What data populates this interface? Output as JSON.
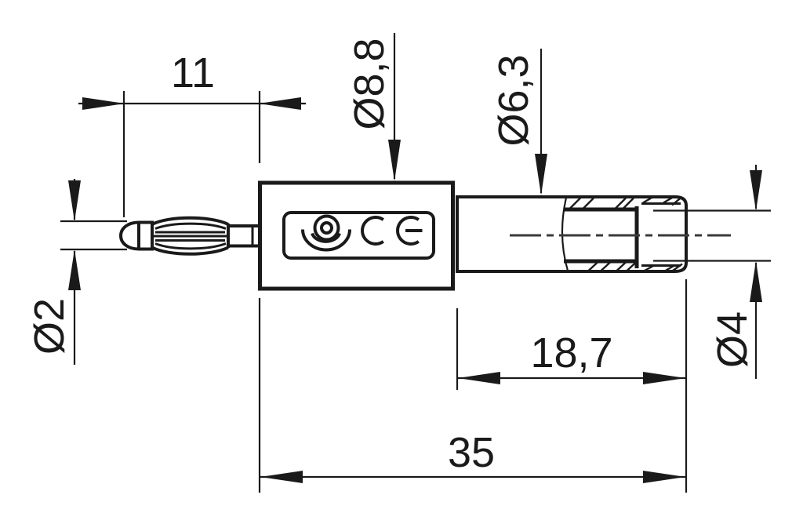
{
  "drawing": {
    "title": "banana-plug-adapter-technical-drawing",
    "colors": {
      "background": "#ffffff",
      "line": "#1a1a1a",
      "centerline": "#3a3a3a"
    },
    "labels": {
      "pin_length": "11",
      "body_diameter": "Ø8,8",
      "sleeve_diameter": "Ø6,3",
      "pin_diameter": "Ø2",
      "socket_bore_diameter": "Ø4",
      "socket_depth": "18,7",
      "overall_length": "35"
    },
    "icons": {
      "brand_logo": "brand-logo-icon",
      "ce_mark": "ce-mark-icon"
    }
  }
}
